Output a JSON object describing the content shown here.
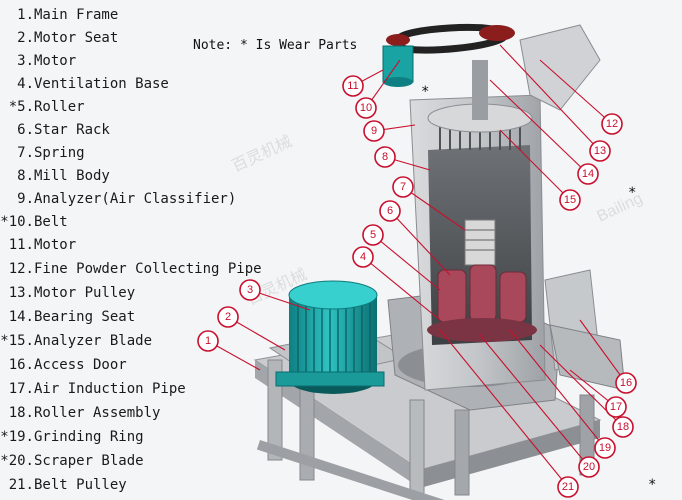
{
  "note": "Note: * Is Wear Parts",
  "parts": [
    {
      "num": "1.",
      "label": "Main Frame",
      "wear": false
    },
    {
      "num": "2.",
      "label": "Motor Seat",
      "wear": false
    },
    {
      "num": "3.",
      "label": "Motor",
      "wear": false
    },
    {
      "num": "4.",
      "label": "Ventilation Base",
      "wear": false
    },
    {
      "num": "5.",
      "label": "Roller",
      "wear": true
    },
    {
      "num": "6.",
      "label": "Star Rack",
      "wear": false
    },
    {
      "num": "7.",
      "label": "Spring",
      "wear": false
    },
    {
      "num": "8.",
      "label": "Mill Body",
      "wear": false
    },
    {
      "num": "9.",
      "label": "Analyzer(Air Classifier)",
      "wear": false
    },
    {
      "num": "10.",
      "label": "Belt",
      "wear": true
    },
    {
      "num": "11.",
      "label": "Motor",
      "wear": false
    },
    {
      "num": "12.",
      "label": "Fine Powder Collecting Pipe",
      "wear": false
    },
    {
      "num": "13.",
      "label": "Motor Pulley",
      "wear": false
    },
    {
      "num": "14.",
      "label": "Bearing Seat",
      "wear": false
    },
    {
      "num": "15.",
      "label": "Analyzer Blade",
      "wear": true
    },
    {
      "num": "16.",
      "label": "Access Door",
      "wear": false
    },
    {
      "num": "17.",
      "label": "Air Induction Pipe",
      "wear": false
    },
    {
      "num": "18.",
      "label": "Roller Assembly",
      "wear": false
    },
    {
      "num": "19.",
      "label": "Grinding Ring",
      "wear": true
    },
    {
      "num": "20.",
      "label": "Scraper Blade",
      "wear": true
    },
    {
      "num": "21.",
      "label": "Belt Pulley",
      "wear": false
    }
  ],
  "callouts": [
    "1",
    "2",
    "3",
    "4",
    "5",
    "6",
    "7",
    "8",
    "9",
    "10",
    "11",
    "12",
    "13",
    "14",
    "15",
    "16",
    "17",
    "18",
    "19",
    "20",
    "21"
  ],
  "wear_mark": "*",
  "watermark_text": "百灵机械",
  "watermark_logo": "Bailing",
  "colors": {
    "callout": "#c8102e",
    "motor_blue": "#1aa3a3",
    "body_grey": "#b9bcc0",
    "frame_grey": "#a7a9ac",
    "roller_red": "#a8485a"
  }
}
